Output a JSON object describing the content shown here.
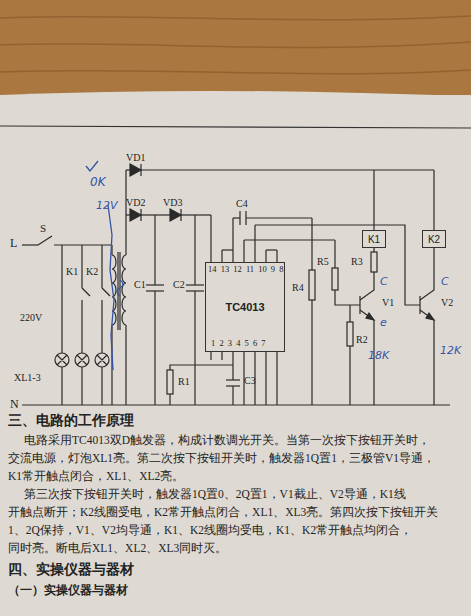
{
  "diagram": {
    "nodes": [
      {
        "text": [
          "TC4013"
        ]
      },
      {
        "text": [
          "K1"
        ]
      },
      {
        "text": [
          "K2"
        ]
      }
    ],
    "labels": [
      "L",
      "S",
      "N",
      "220V",
      "K1",
      "K2",
      "XL1-3",
      "VD1",
      "VD2",
      "VD3",
      "C1",
      "C2",
      "C4",
      "14 13 12 11 10 9 8",
      "1 2 3 4 5 6 7",
      "R4",
      "R5",
      "R3",
      "V1",
      "R2",
      "V2",
      "R1",
      "C3",
      "0K",
      "12V",
      "C",
      "e",
      "18K",
      "C",
      "12K",
      "三、电路的工作原理",
      "电路采用TC4013双D触发器，构成计数调光开关。当第一次按下按钮开关时，",
      "交流电源，灯泡XL1亮。第二次按下按钮开关时，触发器1Q置1，三极管V1导通，",
      "K1常开触点闭合，XL1、XL2亮。",
      "第三次按下按钮开关时，触发器1Q置0、2Q置1，V1截止、V2导通，K1线",
      "开触点断开；K2线圈受电，K2常开触点闭合，XL1、XL3亮。第四次按下按钮开关",
      "1、2Q保持，V1、V2均导通，K1、K2线圈均受电，K1、K2常开触点均闭合，",
      "同时亮。断电后XL1、XL2、XL3同时灭。",
      "四、实操仪器与器材",
      "（一）实操仪器与器材"
    ]
  }
}
